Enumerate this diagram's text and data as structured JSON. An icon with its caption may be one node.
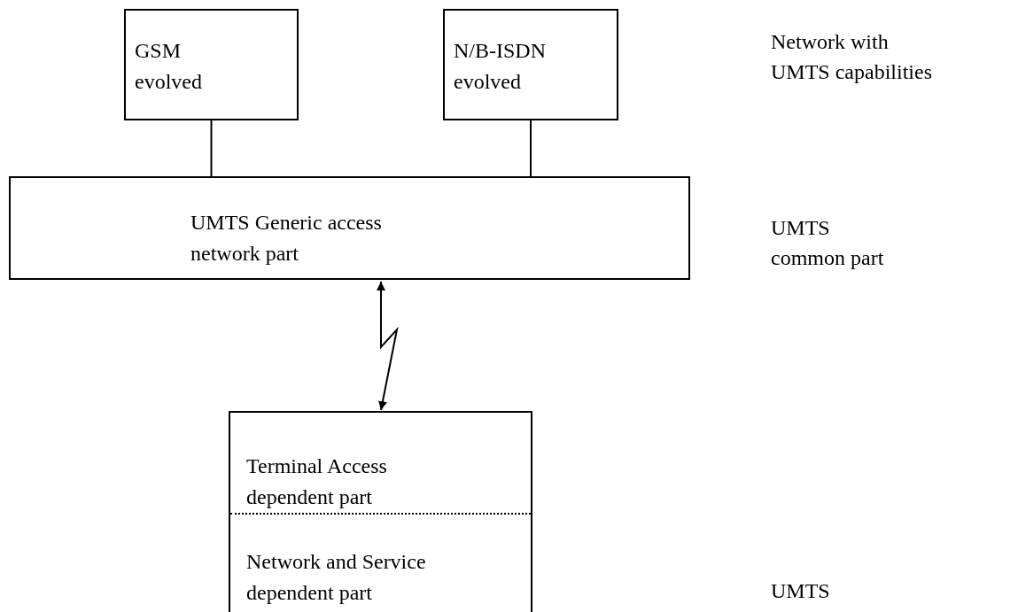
{
  "diagram": {
    "nodes": [
      {
        "text": [
          "GSM evolved"
        ]
      },
      {
        "text": [
          "N/B-ISDN evolved"
        ]
      },
      {
        "text": [
          "UMTS Generic access network part"
        ]
      },
      {
        "text": [],
        "shape": "box"
      },
      {
        "text": [
          "Terminal Access dependent part"
        ],
        "in": 3
      },
      {
        "text": [
          "Network and Service dependent part"
        ],
        "in": 3
      }
    ],
    "edges": [
      {
        "from": 0,
        "to": 2,
        "arrow": "none"
      },
      {
        "from": 1,
        "to": 2,
        "arrow": "none"
      },
      {
        "from": 2,
        "to": 3,
        "arrow": "both"
      }
    ],
    "labels": [
      "Network with UMTS capabilities",
      "UMTS common part",
      "UMTS"
    ]
  }
}
